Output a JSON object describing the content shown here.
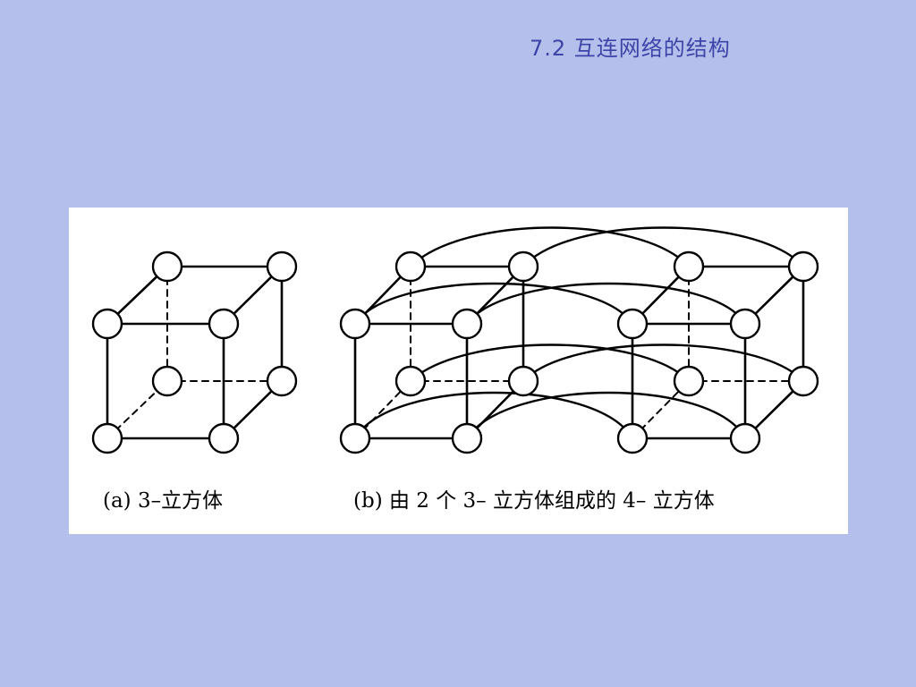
{
  "slide": {
    "title": "7.2  互连网络的结构"
  },
  "figure": {
    "caption_a": "(a) 3–立方体",
    "caption_b": "(b) 由 2 个 3– 立方体组成的 4– 立方体"
  }
}
